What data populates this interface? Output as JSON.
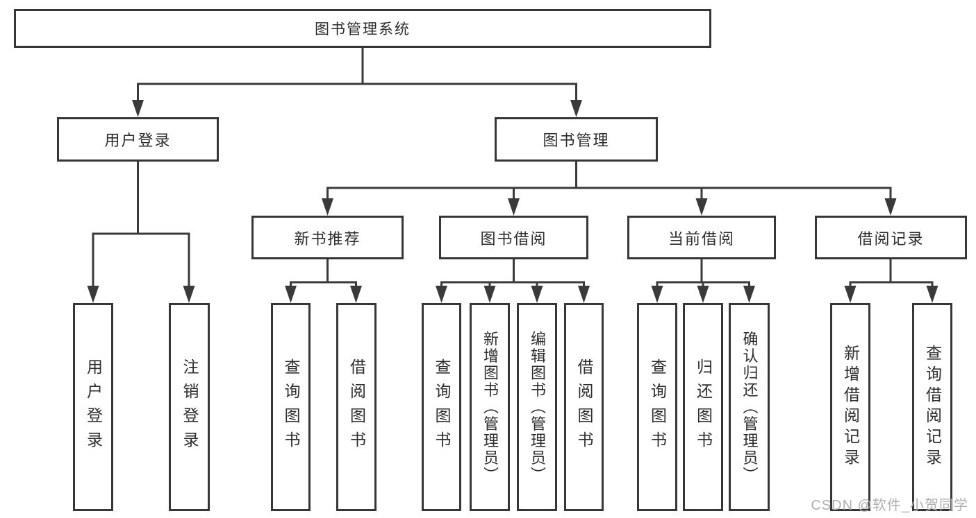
{
  "tree": {
    "label": "图书管理系统",
    "children": [
      {
        "label": "用户登录",
        "children": [
          {
            "label": "用户登录"
          },
          {
            "label": "注销登录"
          }
        ]
      },
      {
        "label": "图书管理",
        "children": [
          {
            "label": "新书推荐",
            "children": [
              {
                "label": "查询图书"
              },
              {
                "label": "借阅图书"
              }
            ]
          },
          {
            "label": "图书借阅",
            "children": [
              {
                "label": "查询图书"
              },
              {
                "label": "新增图书（管理员）"
              },
              {
                "label": "编辑图书（管理员）"
              },
              {
                "label": "借阅图书"
              }
            ]
          },
          {
            "label": "当前借阅",
            "children": [
              {
                "label": "查询图书"
              },
              {
                "label": "归还图书"
              },
              {
                "label": "确认归还（管理员）"
              }
            ]
          },
          {
            "label": "借阅记录",
            "children": [
              {
                "label": "新增借阅记录"
              },
              {
                "label": "查询借阅记录"
              }
            ]
          }
        ]
      }
    ]
  },
  "watermark": "CSDN @软件_小贺同学",
  "colors": {
    "line": "#3a3a3a",
    "box_border": "#363636",
    "text": "#2d2d2d",
    "watermark": "#b0b0b0",
    "background": "#ffffff"
  }
}
